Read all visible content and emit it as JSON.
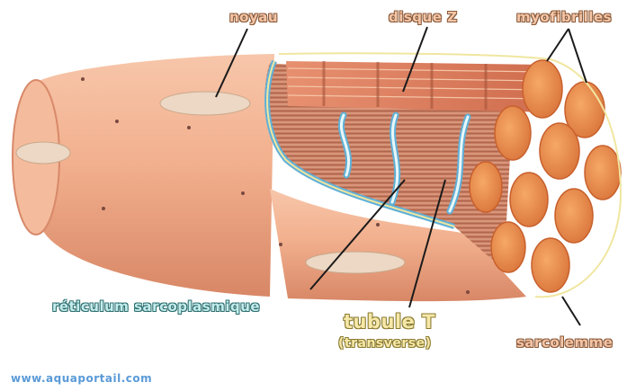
{
  "labels": {
    "noyau": "noyau",
    "disque_z": "disque Z",
    "myofibrilles": "myofibrilles",
    "reticulum": "réticulum sarcoplasmique",
    "tubule_t": "tubule T",
    "transverse": "(transverse)",
    "sarcolemme": "sarcolemme"
  },
  "watermark": "www.aquaportail.com",
  "colors": {
    "fiber": "#f2b08e",
    "fiber_shadow": "#d8896a",
    "myofibril": "#f08a4a",
    "sarcolemma_blue": "#5fb0d8",
    "t_tubule": "#cfeaf0",
    "nucleus": "#ecd8c4"
  }
}
